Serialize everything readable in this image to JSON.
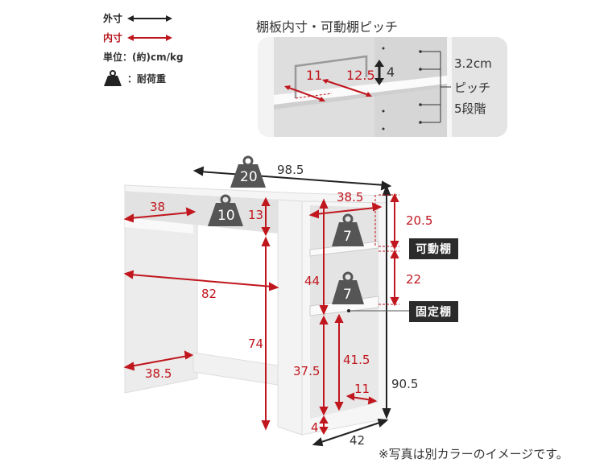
{
  "legend": {
    "outer_label": "外寸",
    "inner_label": "内寸",
    "unit_label": "単位：(約)cm/kg",
    "load_label": "：耐荷重",
    "colors": {
      "outer": "#222222",
      "inner": "#c0161d"
    }
  },
  "inset": {
    "title": "棚板内寸・可動棚ピッチ",
    "dims": {
      "depth": "11",
      "width": "12.5",
      "height": "4"
    },
    "pitch_value": "3.2cm",
    "pitch_label": "ピッチ",
    "steps_label": "5段階"
  },
  "main": {
    "outer_width": "98.5",
    "outer_height": "90.5",
    "outer_depth": "42",
    "desk_load": "20",
    "top_shelf_load": "10",
    "top_shelf_width": "38",
    "top_shelf_height": "13",
    "desk_inner_width": "82",
    "desk_leg_depth": "38.5",
    "desk_inner_height": "74",
    "rack_inner_width": "38.5",
    "rack_upper_height": "20.5",
    "rack_middle_height": "22",
    "rack_upper_load": "7",
    "rack_middle_load": "7",
    "rack_total_height": "44",
    "rack_lower_height": "37.5",
    "rack_lower_inner_height": "41.5",
    "rack_bottom_gap": "4",
    "rack_lower_depth": "11",
    "movable_shelf_tag": "可動棚",
    "fixed_shelf_tag": "固定棚"
  },
  "note": "※写真は別カラーのイメージです。"
}
